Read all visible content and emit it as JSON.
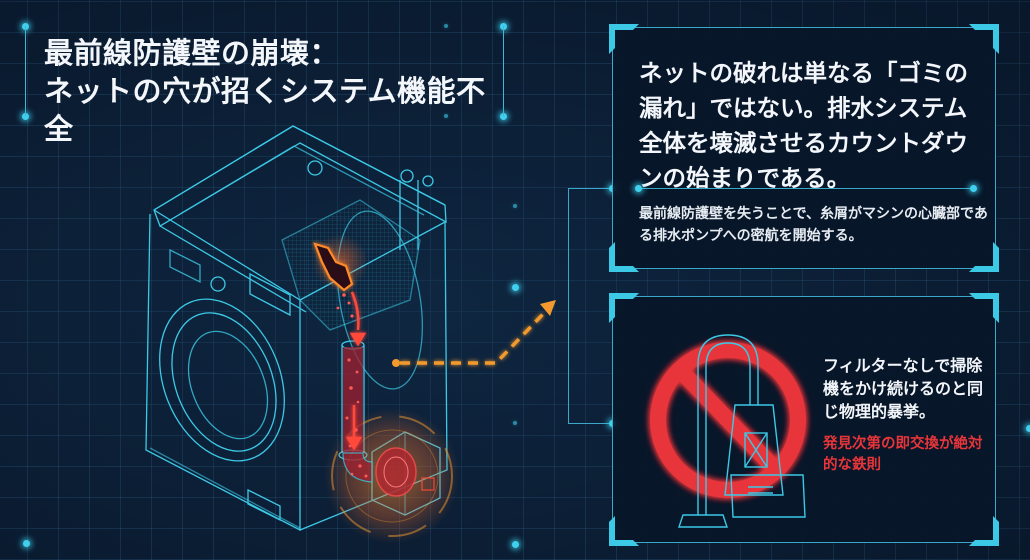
{
  "title": {
    "line1": "最前線防護壁の崩壊：",
    "line2": "ネットの穴が招くシステム機能不全"
  },
  "top_panel": {
    "headline": "ネットの破れは単なる「ゴミの漏れ」ではない。排水システム全体を壊滅させるカウントダウンの始まりである。",
    "body": "最前線防護壁を失うことで、糸屑がマシンの心臓部である排水ポンプへの密航を開始する。"
  },
  "bottom_panel": {
    "description": "フィルターなしで掃除機をかけ続けるのと同じ物理的暴挙。",
    "warning": "発見次第の即交換が絶対的な鉄則",
    "icon": "prohibited-vacuum-cleaner-icon"
  },
  "illustration": {
    "subject": "washing-machine-cutaway",
    "highlights": [
      "torn-filter-net",
      "drain-pipe-with-lint",
      "drain-pump"
    ],
    "arrow": "dashed-orange-arrow-to-panels"
  },
  "colors": {
    "background": "#0b1d33",
    "wireframe": "#3cc9e6",
    "accent_orange": "#f39a2e",
    "danger_red": "#e8353a",
    "text": "#f3f6fa"
  }
}
